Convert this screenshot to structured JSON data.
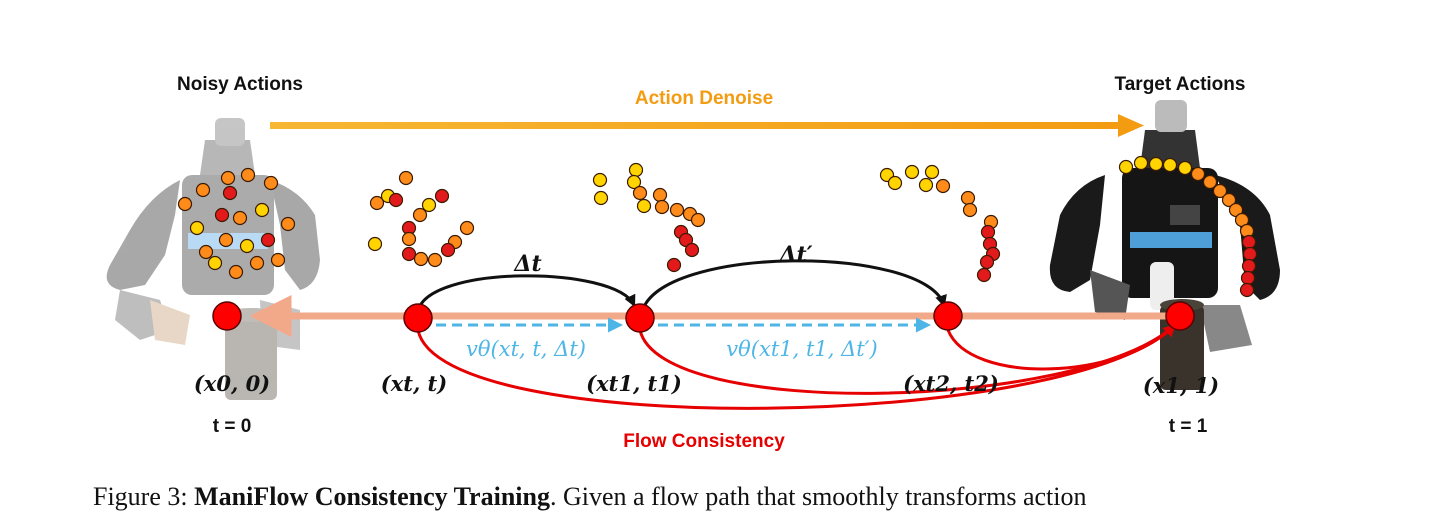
{
  "labels": {
    "noisy_actions": "Noisy Actions",
    "target_actions": "Target Actions",
    "action_denoise": "Action Denoise",
    "flow_consistency": "Flow Consistency",
    "delta_t": "Δt",
    "delta_t_prime": "Δt′",
    "v1": "vθ(xt, t, Δt)",
    "v2": "vθ(xt1, t1, Δt′)",
    "node0": "(x0, 0)",
    "node_t": "(xt, t)",
    "node_t1": "(xt1, t1)",
    "node_t2": "(xt2, t2)",
    "node1": "(x1, 1)",
    "t0": "t = 0",
    "t1": "t = 1"
  },
  "caption": {
    "prefix": "Figure 3: ",
    "bold": "ManiFlow Consistency Training",
    "rest": ". Given a flow path that smoothly transforms action"
  },
  "colors": {
    "orange": "#f39c12",
    "red": "#e60000",
    "salmon": "#f2a98a",
    "blue": "#4db6e6",
    "black": "#111111",
    "yellow": "#ffd400",
    "dot_orange": "#ff8c1a",
    "dot_red": "#e31a1c"
  }
}
